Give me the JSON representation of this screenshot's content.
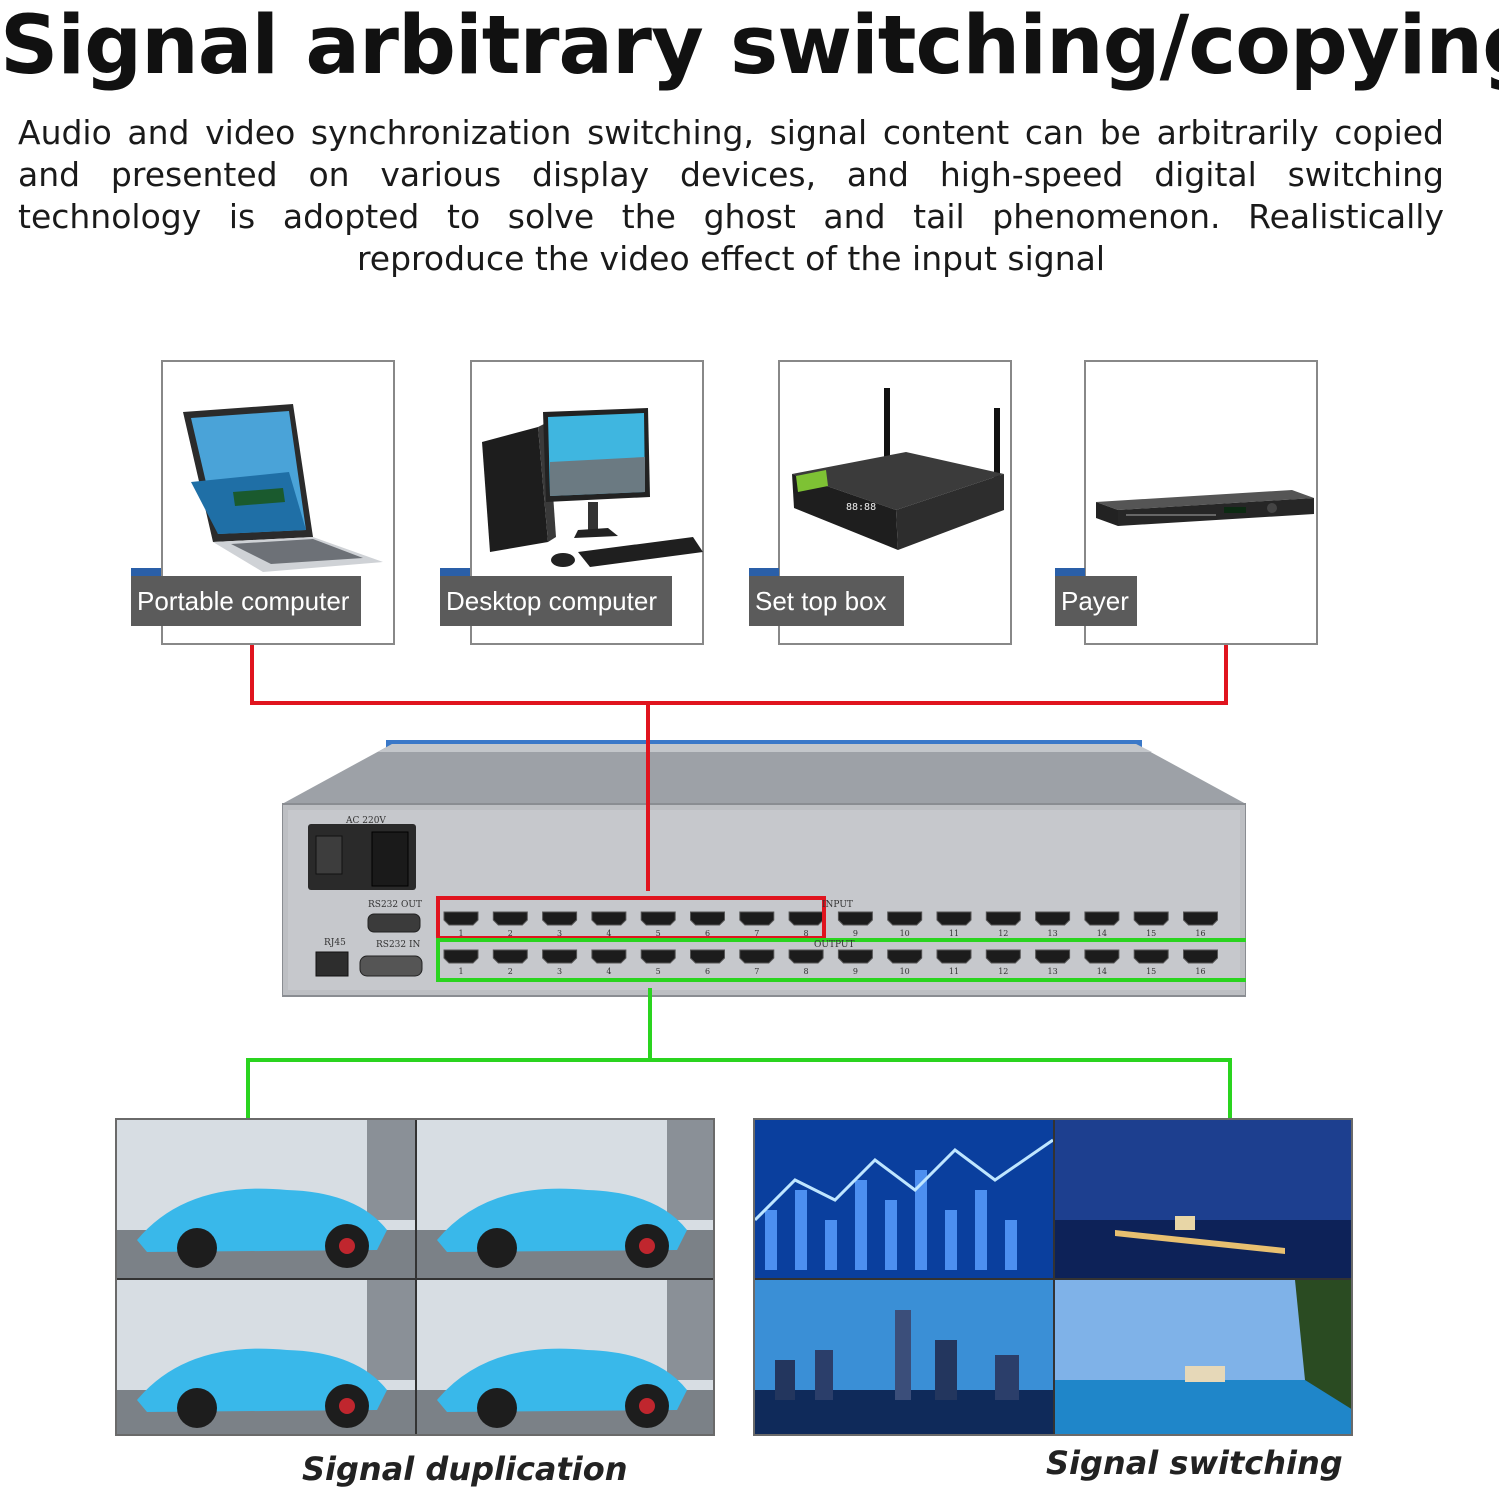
{
  "title": "Signal arbitrary switching/copying",
  "description": "Audio and video synchronization switching, signal content can be arbitrarily copied and presented on various display devices, and high-speed digital switching technology is adopted to solve the ghost and tail phenomenon. Realistically reproduce the video effect of the input signal",
  "sources": [
    {
      "label": "Portable computer",
      "icon": "laptop-icon"
    },
    {
      "label": "Desktop computer",
      "icon": "desktop-pc-icon"
    },
    {
      "label": "Set top box",
      "icon": "set-top-box-icon"
    },
    {
      "label": "Payer",
      "icon": "disc-player-icon"
    }
  ],
  "device": {
    "power_label": "AC  220V",
    "rs232_out": "RS232  OUT",
    "rs232_in": "RS232 IN",
    "rj45": "RJ45",
    "input_label": "INPUT",
    "output_label": "OUTPUT",
    "port_numbers": [
      "1",
      "2",
      "3",
      "4",
      "5",
      "6",
      "7",
      "8",
      "9",
      "10",
      "11",
      "12",
      "13",
      "14",
      "15",
      "16"
    ]
  },
  "captions": {
    "duplication": "Signal duplication",
    "switching": "Signal switching"
  },
  "colors": {
    "input_wire": "#e0141e",
    "output_wire": "#2ad41f",
    "label_bg": "#5b5b5b",
    "accent": "#2a5fa8"
  }
}
